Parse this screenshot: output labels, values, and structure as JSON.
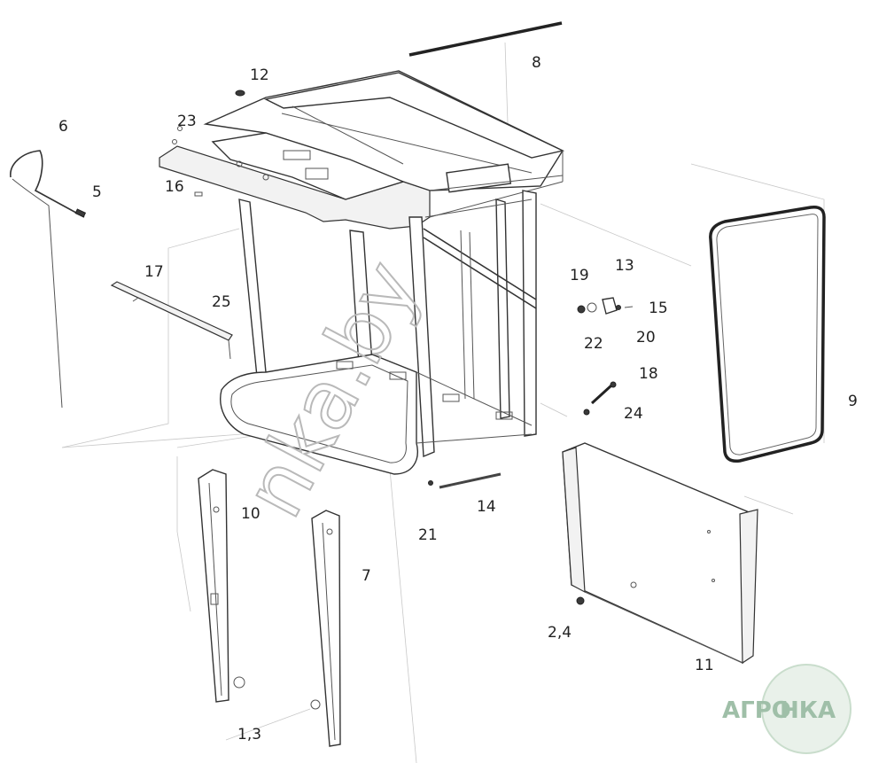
{
  "diagram": {
    "callouts": {
      "c1": "6",
      "c2": "5",
      "c3": "23",
      "c4": "12",
      "c5": "16",
      "c6": "8",
      "c7": "17",
      "c8": "25",
      "c9": "19",
      "c10": "13",
      "c11": "15",
      "c12": "22",
      "c13": "20",
      "c14": "18",
      "c15": "24",
      "c16": "9",
      "c17": "10",
      "c18": "7",
      "c19": "14",
      "c20": "21",
      "c21": "2,4",
      "c22": "11",
      "c23": "1,3"
    },
    "watermark": "nka.by",
    "logo": {
      "text_left": "АГРО",
      "text_right": "НКА"
    }
  }
}
